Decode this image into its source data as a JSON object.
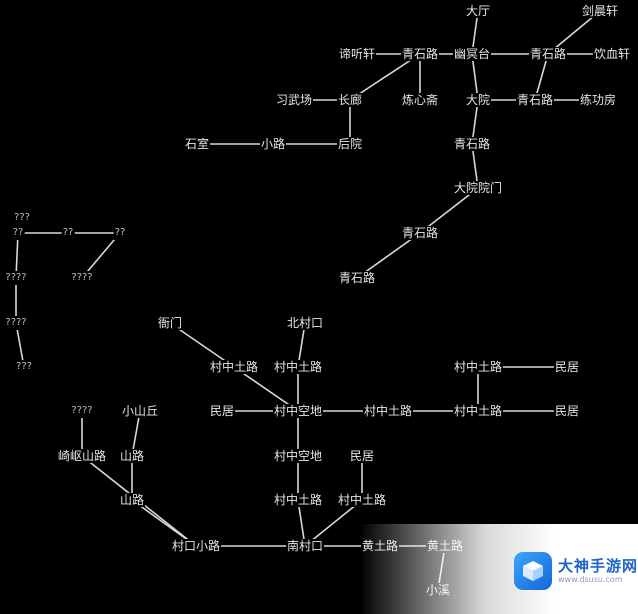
{
  "nodes": [
    {
      "id": "dating",
      "label": "大厅"
    },
    {
      "id": "jianchen",
      "label": "剑晨轩"
    },
    {
      "id": "dixin",
      "label": "谛听轩"
    },
    {
      "id": "qs1",
      "label": "青石路"
    },
    {
      "id": "youming",
      "label": "幽冥台"
    },
    {
      "id": "qs2",
      "label": "青石路"
    },
    {
      "id": "yinxue",
      "label": "饮血轩"
    },
    {
      "id": "xiwu",
      "label": "习武场"
    },
    {
      "id": "changlang",
      "label": "长廊"
    },
    {
      "id": "lianxin",
      "label": "炼心斋"
    },
    {
      "id": "dayuan",
      "label": "大院"
    },
    {
      "id": "qs3",
      "label": "青石路"
    },
    {
      "id": "liangong",
      "label": "练功房"
    },
    {
      "id": "shishi",
      "label": "石室"
    },
    {
      "id": "xiaolu",
      "label": "小路"
    },
    {
      "id": "houyuan",
      "label": "后院"
    },
    {
      "id": "qs4",
      "label": "青石路"
    },
    {
      "id": "dymen",
      "label": "大院院门"
    },
    {
      "id": "qs5",
      "label": "青石路"
    },
    {
      "id": "qs6",
      "label": "青石路"
    },
    {
      "id": "u1",
      "label": "???"
    },
    {
      "id": "u2",
      "label": "??"
    },
    {
      "id": "u3",
      "label": "??"
    },
    {
      "id": "u4",
      "label": "??"
    },
    {
      "id": "u5",
      "label": "????"
    },
    {
      "id": "u6",
      "label": "????"
    },
    {
      "id": "u7",
      "label": "????"
    },
    {
      "id": "u8",
      "label": "???"
    },
    {
      "id": "yamen",
      "label": "衙门"
    },
    {
      "id": "beicun",
      "label": "北村口"
    },
    {
      "id": "ct1",
      "label": "村中土路"
    },
    {
      "id": "ct2",
      "label": "村中土路"
    },
    {
      "id": "ct3",
      "label": "村中土路"
    },
    {
      "id": "minju1",
      "label": "民居"
    },
    {
      "id": "minju2",
      "label": "民居"
    },
    {
      "id": "minju3",
      "label": "民居"
    },
    {
      "id": "ckd1",
      "label": "村中空地"
    },
    {
      "id": "ct4",
      "label": "村中土路"
    },
    {
      "id": "ct5",
      "label": "村中土路"
    },
    {
      "id": "u9",
      "label": "????"
    },
    {
      "id": "xiaoshanqiu",
      "label": "小山丘"
    },
    {
      "id": "qiqushanlu",
      "label": "崎岖山路"
    },
    {
      "id": "shanlu1",
      "label": "山路"
    },
    {
      "id": "ckd2",
      "label": "村中空地"
    },
    {
      "id": "minju4",
      "label": "民居"
    },
    {
      "id": "shanlu2",
      "label": "山路"
    },
    {
      "id": "ct6",
      "label": "村中土路"
    },
    {
      "id": "ct7",
      "label": "村中土路"
    },
    {
      "id": "cunkou",
      "label": "村口小路"
    },
    {
      "id": "nancun",
      "label": "南村口"
    },
    {
      "id": "ht1",
      "label": "黄土路"
    },
    {
      "id": "ht2",
      "label": "黄土路"
    },
    {
      "id": "xiaoxi",
      "label": "小溪"
    }
  ],
  "watermark": {
    "name": "大神手游网",
    "url": "www.dsusu.com"
  }
}
